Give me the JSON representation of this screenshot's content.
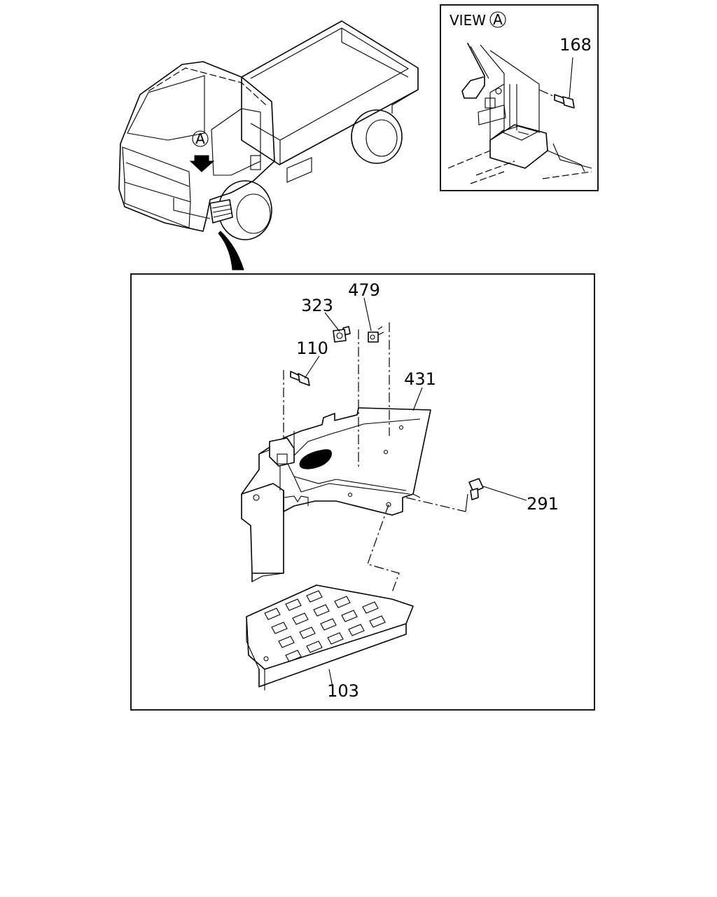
{
  "view_box": {
    "title": "VIEW",
    "marker": "A"
  },
  "truck_marker": "A",
  "callouts": {
    "bolt_view": "168",
    "bolt_upper_left": "323",
    "bolt_upper_right": "479",
    "bolt_left": "110",
    "bracket": "431",
    "bolt_side": "291",
    "step": "103"
  }
}
